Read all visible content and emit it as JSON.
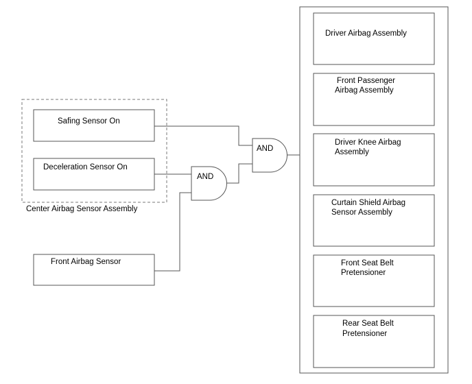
{
  "center_assembly": {
    "label": "Center Airbag Sensor Assembly",
    "safing_sensor": "Safing Sensor On",
    "deceleration_sensor": "Deceleration Sensor On"
  },
  "front_sensor": "Front Airbag Sensor",
  "gates": {
    "gate_1": "AND",
    "gate_2": "AND"
  },
  "outputs": {
    "driver_airbag": [
      "Driver Airbag Assembly"
    ],
    "front_passenger_airbag": [
      "Front Passenger",
      "Airbag Assembly"
    ],
    "driver_knee_airbag": [
      "Driver Knee Airbag",
      "Assembly"
    ],
    "curtain_shield_airbag": [
      "Curtain Shield Airbag",
      "Sensor Assembly"
    ],
    "front_seat_belt": [
      "Front Seat Belt",
      "Pretensioner"
    ],
    "rear_seat_belt": [
      "Rear Seat Belt",
      "Pretensioner"
    ]
  }
}
